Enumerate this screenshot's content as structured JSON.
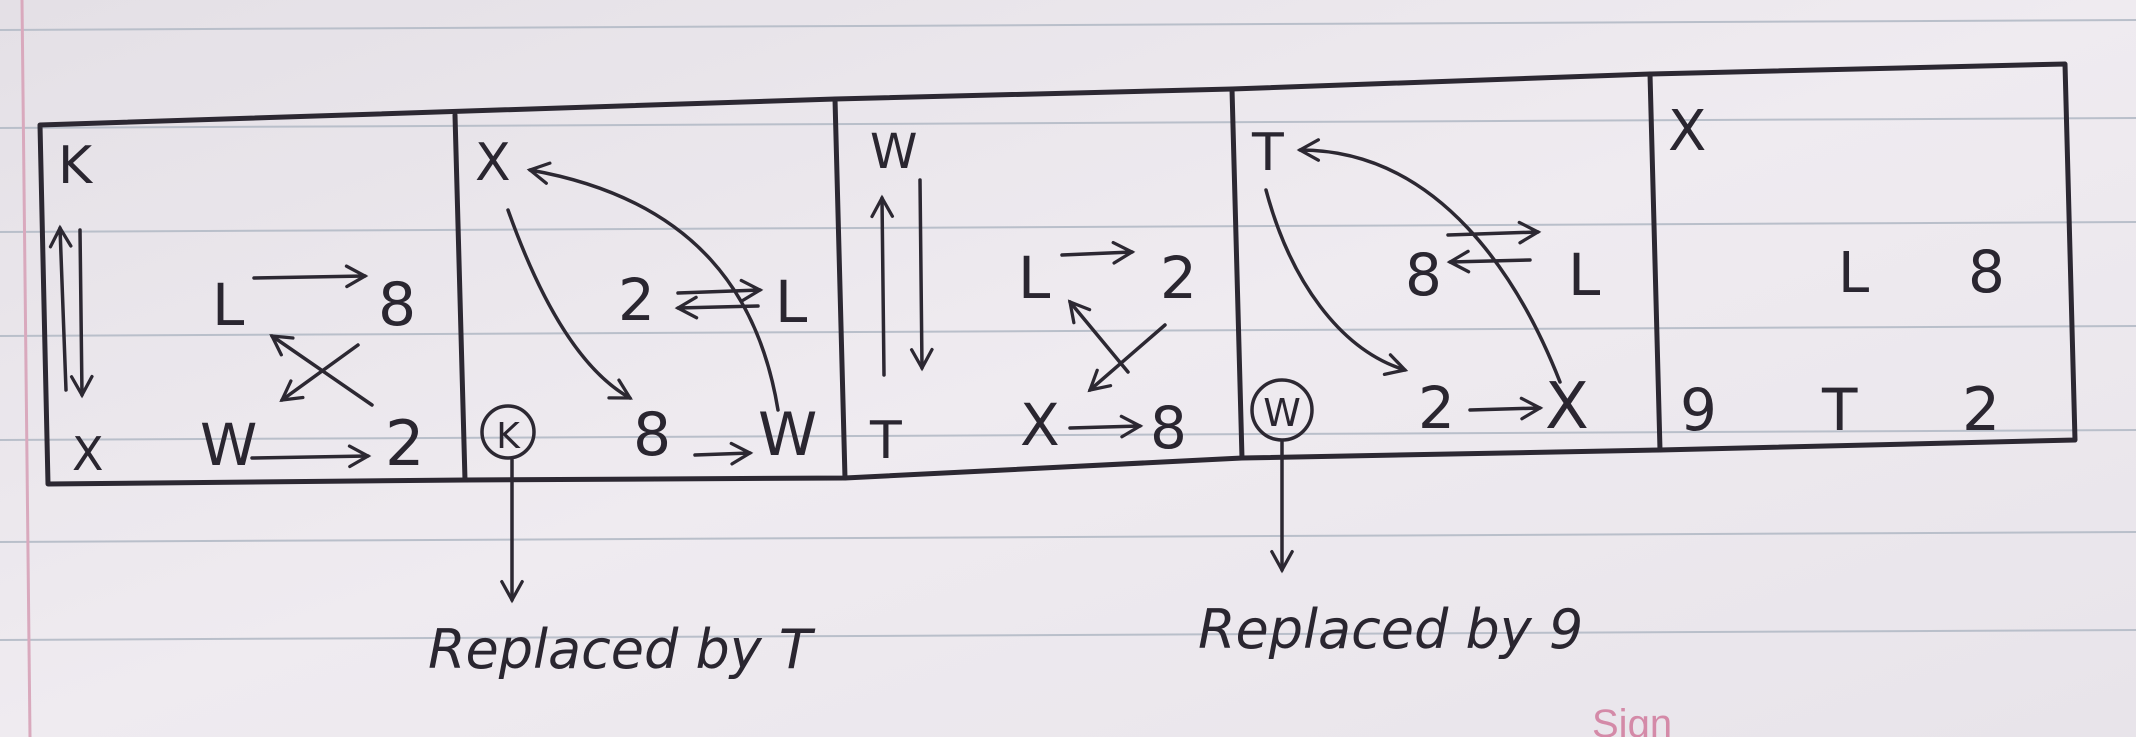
{
  "boxes": [
    {
      "top_left": "K",
      "bottom_left": "X",
      "mid_left": "L",
      "mid_right": "8",
      "bottom_mid": "W",
      "bottom_right": "2"
    },
    {
      "top_left": "X",
      "mid_left": "2",
      "mid_right": "L",
      "bottom_mid": "8",
      "bottom_right": "W",
      "circled": "K"
    },
    {
      "top_left": "W",
      "bottom_left": "T",
      "mid_left": "L",
      "mid_right": "2",
      "bottom_mid": "X",
      "bottom_right": "8"
    },
    {
      "top_left": "T",
      "mid_left": "8",
      "mid_right": "L",
      "bottom_mid": "2",
      "bottom_right": "X",
      "circled": "W"
    },
    {
      "top_left": "X",
      "mid_left": "L",
      "mid_right": "8",
      "bottom_left": "9",
      "bottom_mid": "T",
      "bottom_right": "2"
    }
  ],
  "notes": [
    {
      "text": "Replaced by T"
    },
    {
      "text": "Replaced by 9"
    }
  ],
  "footer_text": "Sign"
}
